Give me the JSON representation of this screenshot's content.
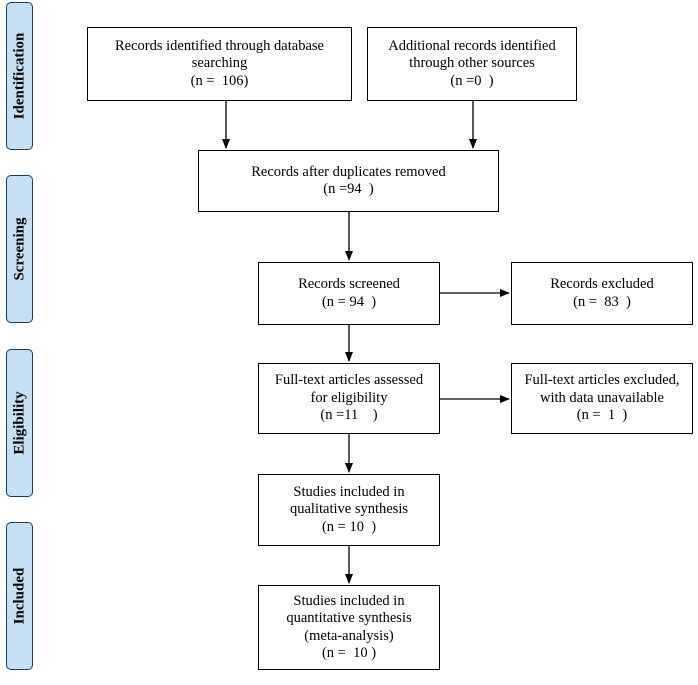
{
  "stages": {
    "identification": "Identification",
    "screening": "Screening",
    "eligibility": "Eligibility",
    "included": "Included"
  },
  "boxes": {
    "database_records": {
      "lines": [
        "Records identified through database",
        "searching",
        "(n =  106)"
      ]
    },
    "other_sources": {
      "lines": [
        "Additional records identified",
        "through other sources",
        "(n =0  )"
      ]
    },
    "after_duplicates": {
      "lines": [
        "Records after duplicates removed",
        "(n =94  )"
      ]
    },
    "screened": {
      "lines": [
        "Records screened",
        "(n = 94  )"
      ]
    },
    "excluded": {
      "lines": [
        "Records excluded",
        "(n =  83  )"
      ]
    },
    "fulltext_assessed": {
      "lines": [
        "Full-text articles assessed",
        "for eligibility",
        "(n =11    )"
      ]
    },
    "fulltext_excluded": {
      "lines": [
        "Full-text articles excluded,",
        "with data unavailable",
        "(n =  1  )"
      ]
    },
    "qualitative": {
      "lines": [
        "Studies included in",
        "qualitative synthesis",
        "(n = 10  )"
      ]
    },
    "quantitative": {
      "lines": [
        "Studies included in",
        "quantitative synthesis",
        "(meta-analysis)",
        "(n =  10 )"
      ]
    }
  }
}
